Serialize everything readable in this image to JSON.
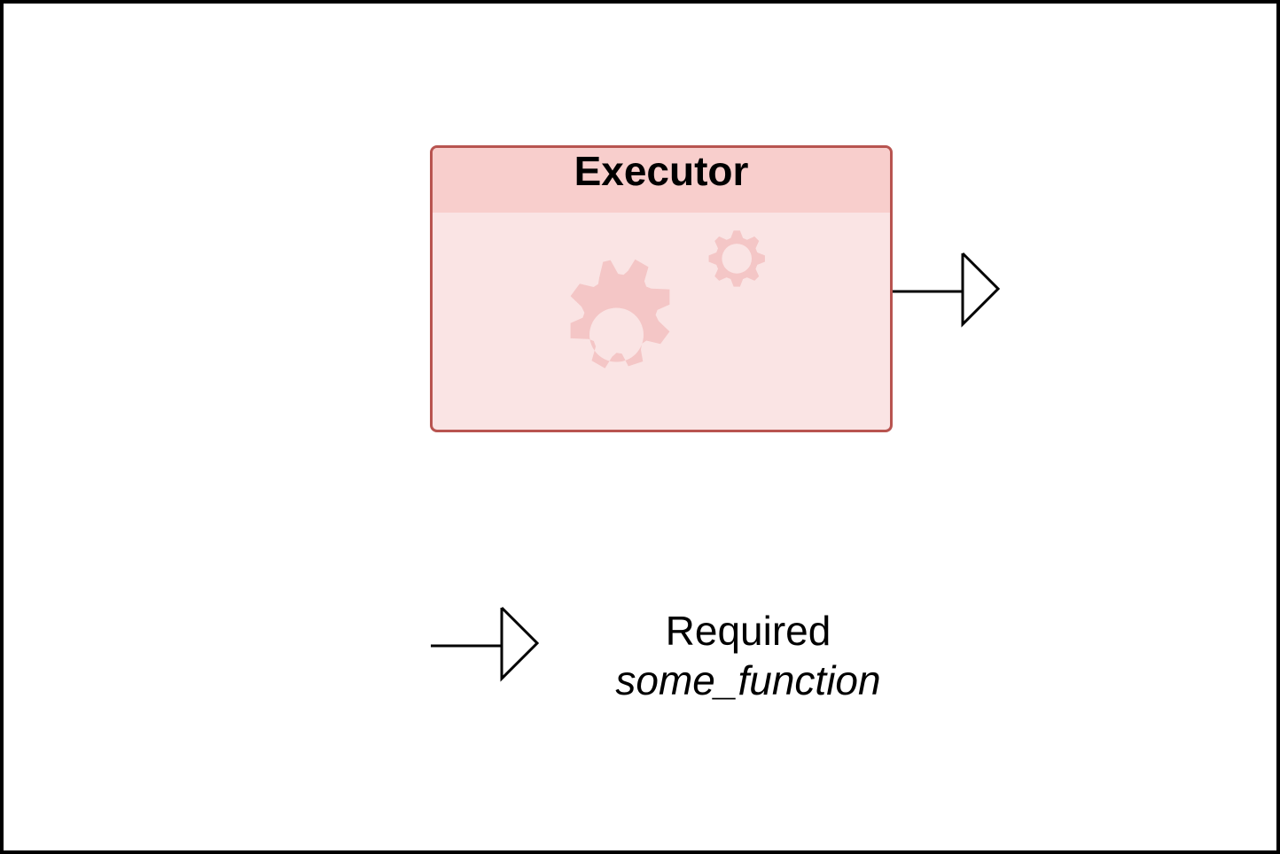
{
  "diagram": {
    "component": {
      "title": "Executor",
      "fill_color": "#fae4e4",
      "header_color": "#f8cecc",
      "border_color": "#b85450",
      "icon": "gears-icon",
      "icon_color": "#f4c6c6"
    },
    "provided_port": {
      "icon": "required-interface-arrow-icon"
    },
    "legend": {
      "symbol": "required-interface-arrow-icon",
      "label": "Required",
      "function_name": "some_function"
    }
  }
}
